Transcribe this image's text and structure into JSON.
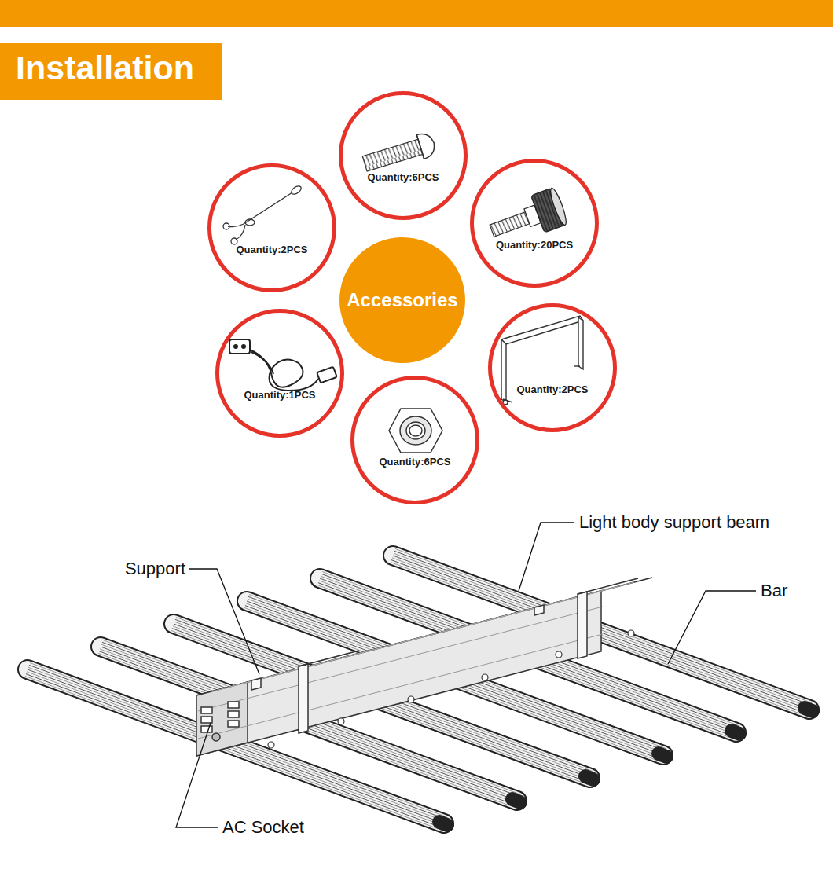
{
  "diagram": {
    "title": "Installation",
    "nodes": [
      {
        "text": [
          "Quantity:6PCS"
        ]
      },
      {
        "text": [
          "Quantity:2PCS"
        ]
      },
      {
        "text": [
          "Quantity:20PCS"
        ]
      },
      {
        "text": [
          "Accessories"
        ]
      },
      {
        "text": [
          "Quantity:1PCS"
        ]
      },
      {
        "text": [
          "Quantity:2PCS"
        ]
      },
      {
        "text": [
          "Quantity:6PCS"
        ]
      }
    ],
    "labels": [
      "Light body support beam",
      "Support",
      "Bar",
      "AC Socket"
    ]
  }
}
